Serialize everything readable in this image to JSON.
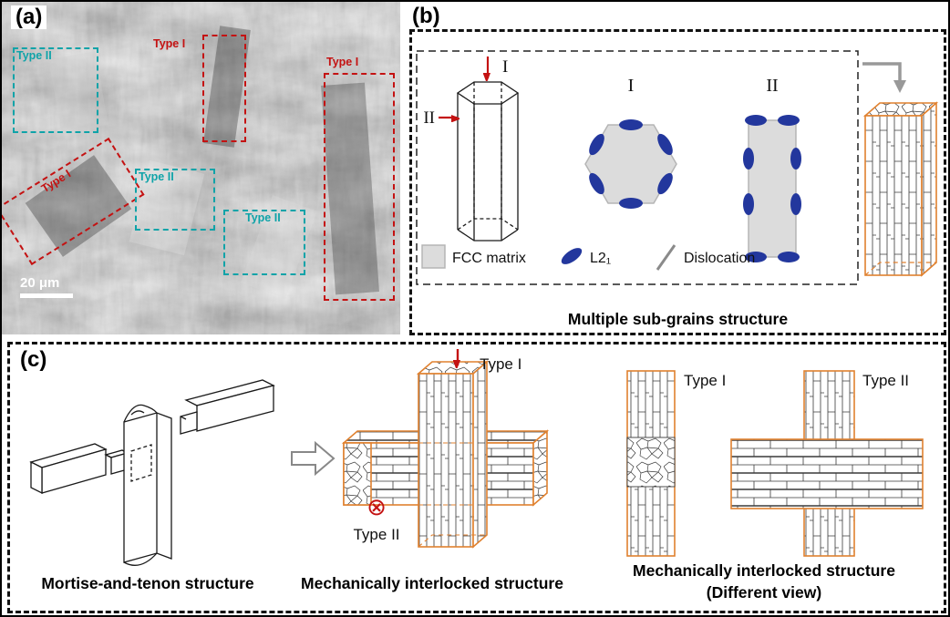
{
  "colors": {
    "type1_red": "#c41212",
    "type2_teal": "#0fa3a8",
    "l21_blue": "#23379d",
    "grain_orange": "#e0812f",
    "matrix_gray": "#dcdcdc"
  },
  "panel_a": {
    "label": "(a)",
    "scale_bar": "20 μm",
    "boxes": [
      {
        "label": "Type II"
      },
      {
        "label": "Type I"
      },
      {
        "label": "Type I"
      },
      {
        "label": "Type I"
      },
      {
        "label": "Type II"
      },
      {
        "label": "Type II"
      }
    ]
  },
  "panel_b": {
    "label": "(b)",
    "caption": "Multiple sub-grains structure",
    "prism": {
      "top_arrow_label": "I",
      "side_arrow_label": "II"
    },
    "sections": [
      {
        "label": "I"
      },
      {
        "label": "II"
      }
    ],
    "legend": [
      {
        "label": "FCC matrix"
      },
      {
        "label": "L2₁"
      },
      {
        "label": "Dislocation"
      }
    ]
  },
  "panel_c": {
    "label": "(c)",
    "mortise_caption": "Mortise-and-tenon structure",
    "interlocked_caption": "Mechanically interlocked structure",
    "different_view_caption_line1": "Mechanically interlocked structure",
    "different_view_caption_line2": "(Different view)",
    "cross3d": {
      "type1_label": "Type I",
      "type2_label": "Type II",
      "into_page_symbol": "⊗"
    },
    "flat": {
      "type1_label": "Type I",
      "type2_label": "Type II"
    }
  }
}
